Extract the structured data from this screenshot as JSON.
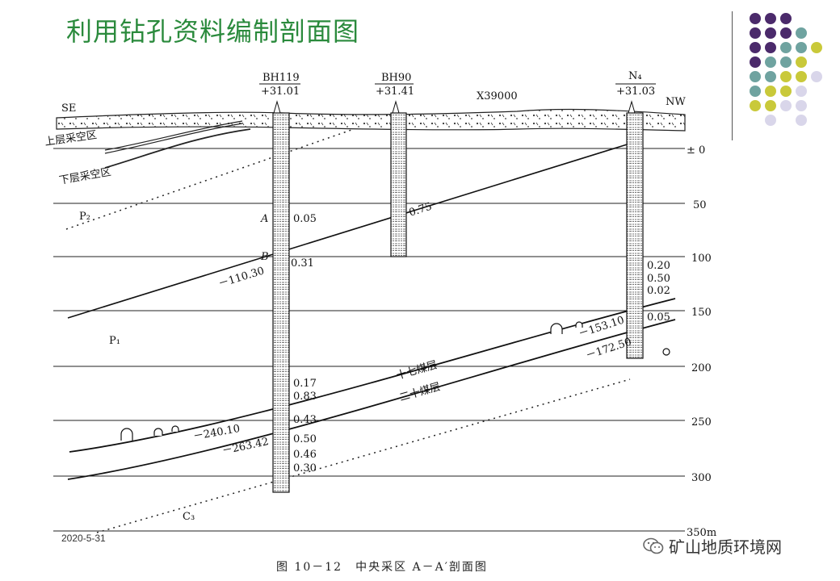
{
  "slide": {
    "title": "利用钻孔资料编制剖面图",
    "date": "2020-5-31"
  },
  "caption": "图 10－12　中央采区 A－A′剖面图",
  "watermark": "矿山地质环境网",
  "section": {
    "se": "SE",
    "nw": "NW",
    "coord": "X39000",
    "upper_goaf": "上层采空区",
    "lower_goaf": "下层采空区",
    "p2": "P₂",
    "p1": "P₁",
    "c3": "C₃",
    "seam17": "十七煤层",
    "seam20": "二十煤层"
  },
  "boreholes": [
    {
      "id": "BH119",
      "elev": "+31.01"
    },
    {
      "id": "BH90",
      "elev": "+31.41"
    },
    {
      "id": "N₄",
      "elev": "+31.03"
    }
  ],
  "depth_ticks": [
    "± 0",
    "50",
    "100",
    "150",
    "200",
    "250",
    "300",
    "350m"
  ],
  "annotations": {
    "bh119_labels": [
      "A",
      "B"
    ],
    "bh119_values": [
      "0.05",
      "0.31",
      "0.17",
      "0.83",
      "0.43",
      "0.50",
      "0.46",
      "0.30"
    ],
    "bh90_values": [
      "0.75"
    ],
    "n4_values": [
      "0.20",
      "0.50",
      "0.02",
      "0.05"
    ],
    "elevations": [
      "－110.30",
      "－153.10",
      "－172.50",
      "－240.10",
      "－263.42"
    ]
  },
  "colors": {
    "title": "#2a8a3c",
    "purple": "#4b2a6b",
    "teal": "#6fa3a0",
    "olive": "#c9c93a",
    "lavender": "#d9d6ea"
  }
}
